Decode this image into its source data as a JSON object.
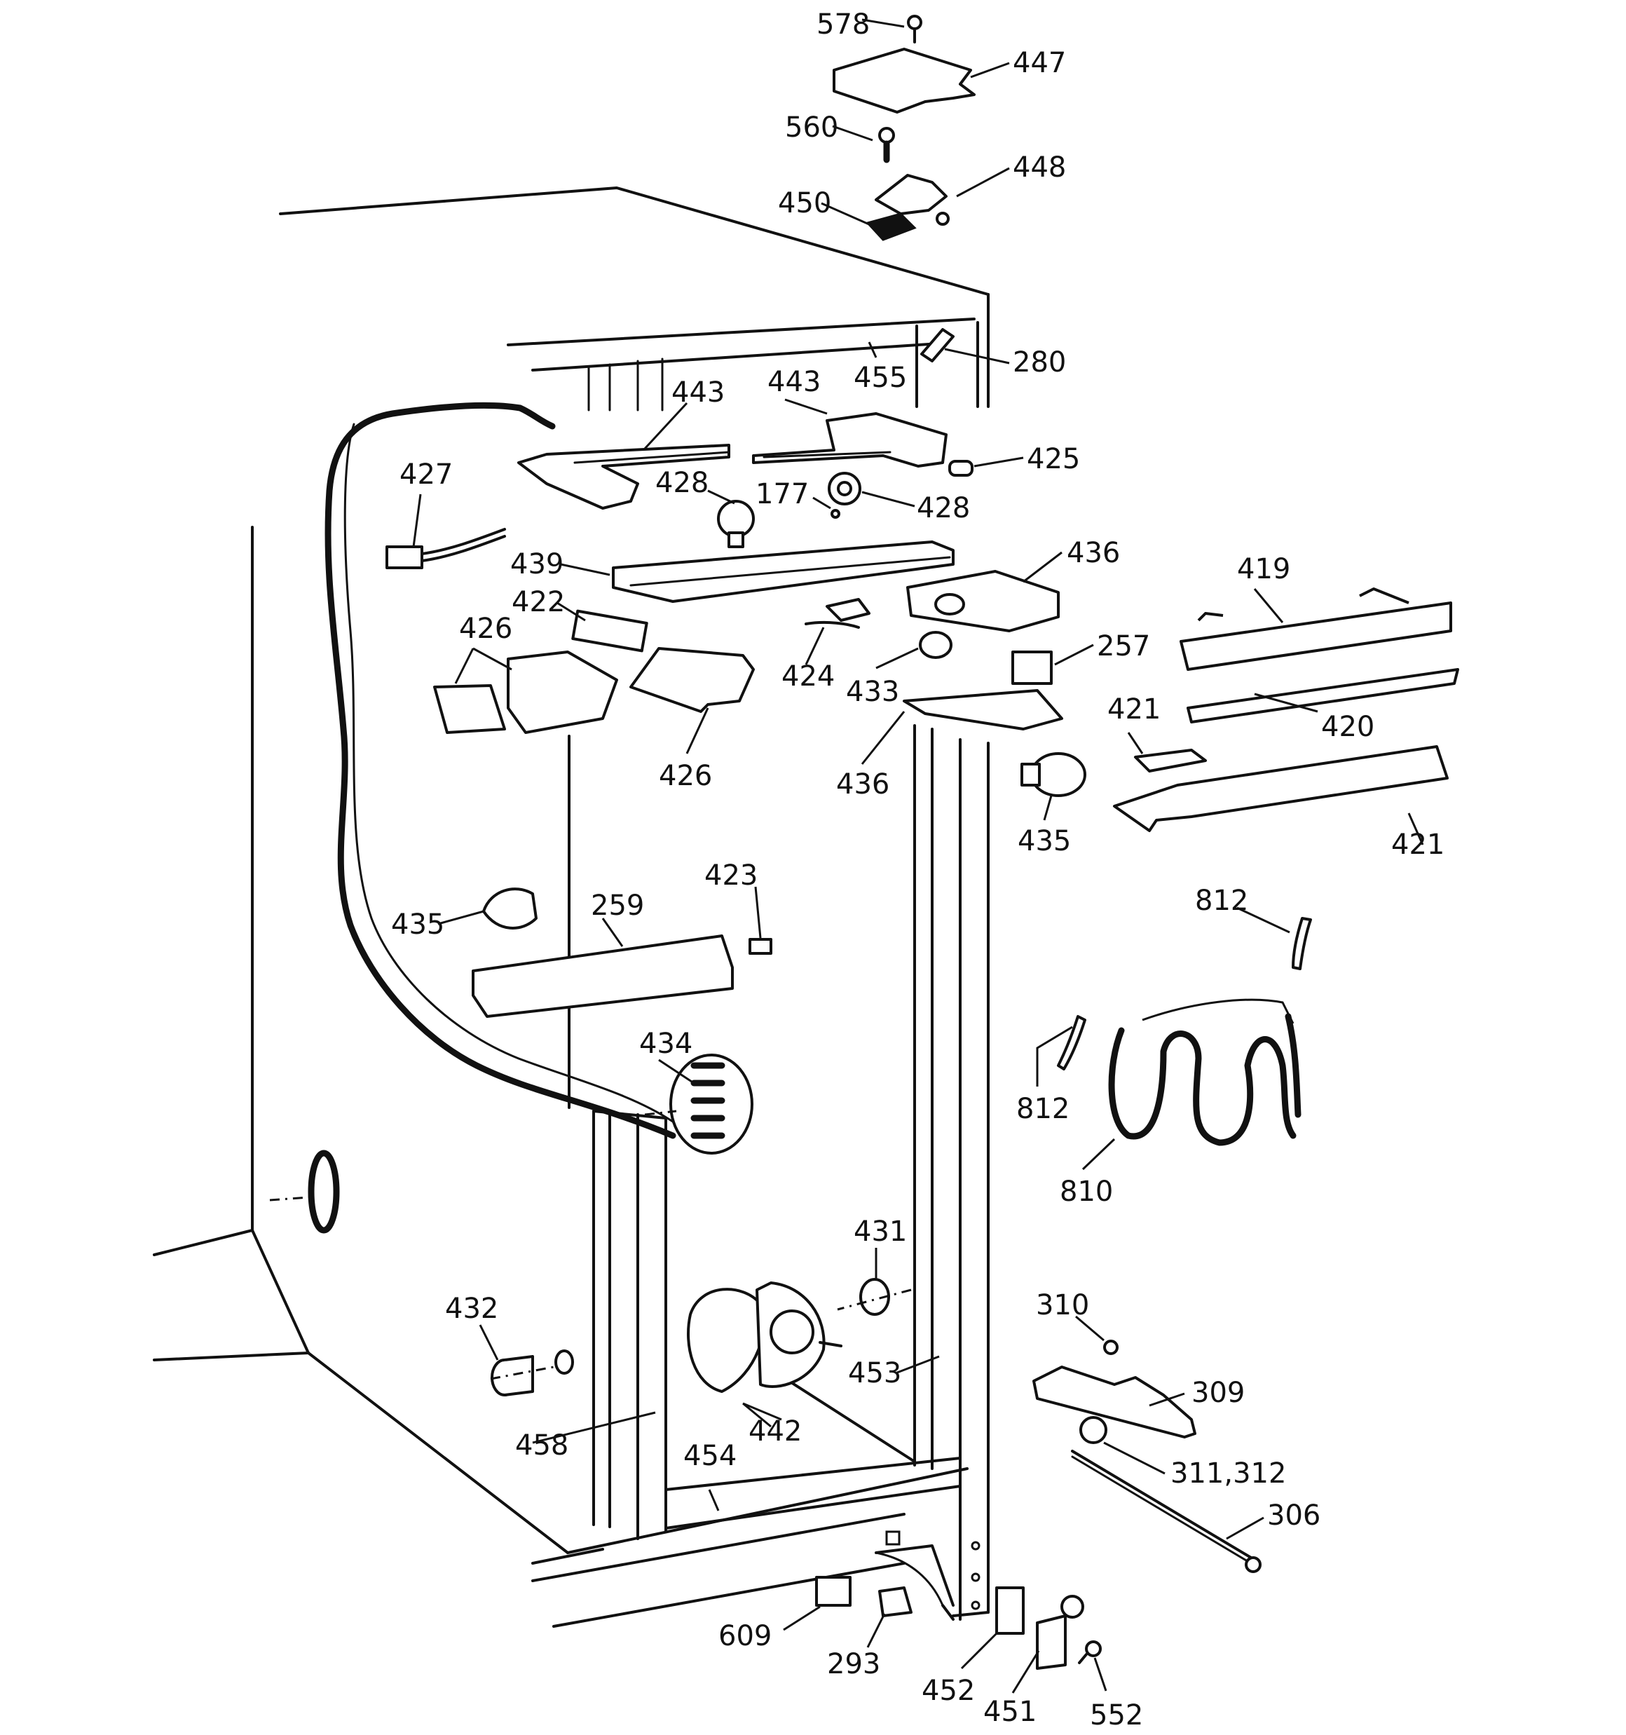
{
  "callouts": [
    {
      "label": "578"
    },
    {
      "label": "447"
    },
    {
      "label": "560"
    },
    {
      "label": "448"
    },
    {
      "label": "450"
    },
    {
      "label": "280"
    },
    {
      "label": "455"
    },
    {
      "label": "443"
    },
    {
      "label": "443"
    },
    {
      "label": "425"
    },
    {
      "label": "427"
    },
    {
      "label": "428"
    },
    {
      "label": "177"
    },
    {
      "label": "428"
    },
    {
      "label": "439"
    },
    {
      "label": "436"
    },
    {
      "label": "422"
    },
    {
      "label": "426"
    },
    {
      "label": "424"
    },
    {
      "label": "433"
    },
    {
      "label": "257"
    },
    {
      "label": "419"
    },
    {
      "label": "426"
    },
    {
      "label": "436"
    },
    {
      "label": "421"
    },
    {
      "label": "420"
    },
    {
      "label": "435"
    },
    {
      "label": "421"
    },
    {
      "label": "435"
    },
    {
      "label": "259"
    },
    {
      "label": "423"
    },
    {
      "label": "812"
    },
    {
      "label": "812"
    },
    {
      "label": "434"
    },
    {
      "label": "810"
    },
    {
      "label": "431"
    },
    {
      "label": "310"
    },
    {
      "label": "432"
    },
    {
      "label": "453"
    },
    {
      "label": "309"
    },
    {
      "label": "442"
    },
    {
      "label": "458"
    },
    {
      "label": "454"
    },
    {
      "label": "311,312"
    },
    {
      "label": "306"
    },
    {
      "label": "609"
    },
    {
      "label": "293"
    },
    {
      "label": "452"
    },
    {
      "label": "451"
    },
    {
      "label": "552"
    }
  ]
}
